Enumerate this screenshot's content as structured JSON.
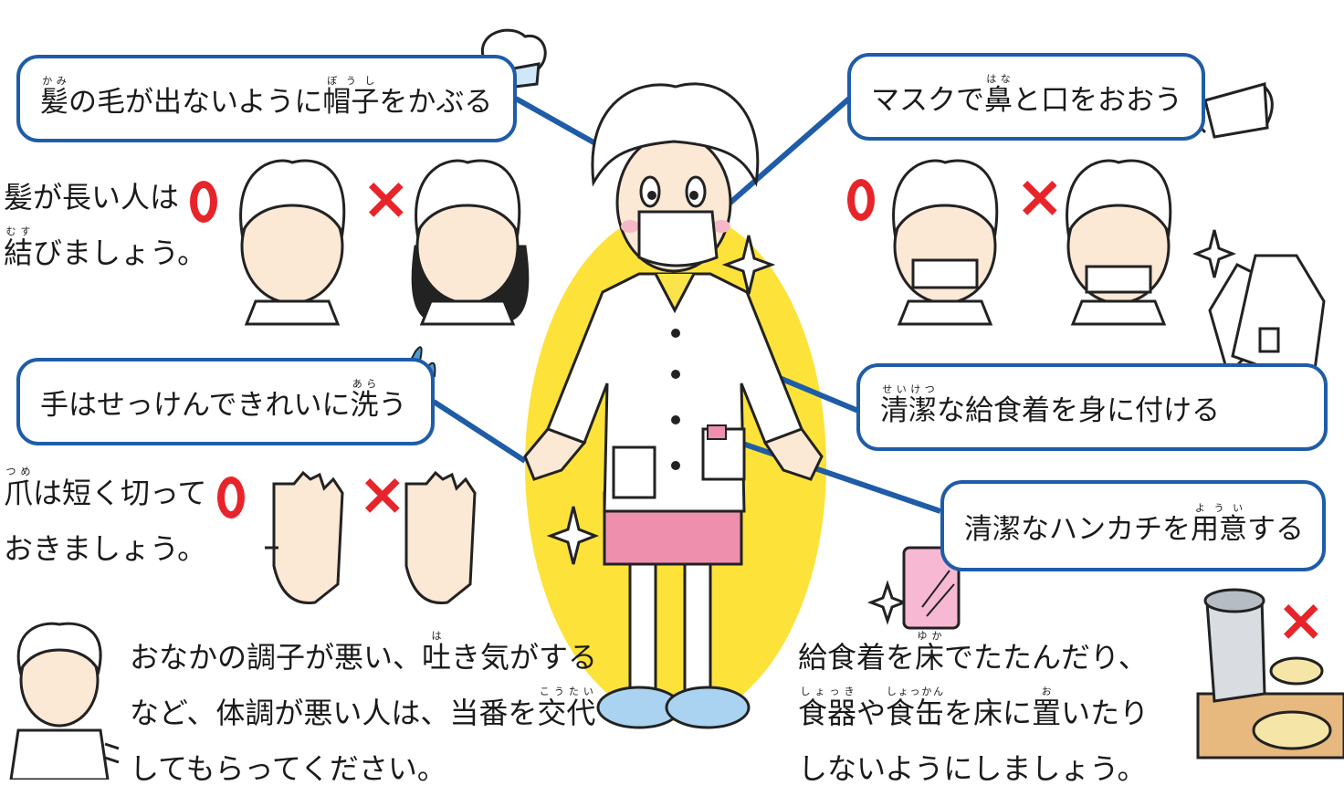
{
  "bubbles": {
    "cap": [
      {
        "t": "髪",
        "r": "かみ"
      },
      {
        "t": "の毛が出ないように"
      },
      {
        "t": "帽子",
        "r": "ぼうし"
      },
      {
        "t": "をかぶる"
      }
    ],
    "mask": [
      {
        "t": "マスクで"
      },
      {
        "t": "鼻",
        "r": "はな"
      },
      {
        "t": "と口をおおう"
      }
    ],
    "wash": [
      {
        "t": "手はせっけんできれいに"
      },
      {
        "t": "洗",
        "r": "あら"
      },
      {
        "t": "う"
      }
    ],
    "uniform": [
      {
        "t": "清潔",
        "r": "せいけつ"
      },
      {
        "t": "な給食着を身に付ける"
      }
    ],
    "handkerchief": [
      {
        "t": "清潔なハンカチを"
      },
      {
        "t": "用意",
        "r": "ようい"
      },
      {
        "t": "する"
      }
    ]
  },
  "notes": {
    "hair": [
      [
        {
          "t": "髪が長い人は"
        }
      ],
      [
        {
          "t": "結",
          "r": "むす"
        },
        {
          "t": "びましょう。"
        }
      ]
    ],
    "nails": [
      [
        {
          "t": "爪",
          "r": "つめ"
        },
        {
          "t": "は短く切って"
        }
      ],
      [
        {
          "t": "おきましょう。"
        }
      ]
    ],
    "health": [
      [
        {
          "t": "おなかの調子が悪い、"
        },
        {
          "t": "吐",
          "r": "は"
        },
        {
          "t": "き気がする"
        }
      ],
      [
        {
          "t": "など、体調が悪い人は、当番を"
        },
        {
          "t": "交代",
          "r": "こうたい"
        }
      ],
      [
        {
          "t": "してもらってください。"
        }
      ]
    ],
    "floor": [
      [
        {
          "t": "給食着を"
        },
        {
          "t": "床",
          "r": "ゆか"
        },
        {
          "t": "でたたんだり、"
        }
      ],
      [
        {
          "t": "食器",
          "r": "しょっき"
        },
        {
          "t": "や"
        },
        {
          "t": "食缶",
          "r": "しょっかん"
        },
        {
          "t": "を床に"
        },
        {
          "t": "置",
          "r": "お"
        },
        {
          "t": "いたり"
        }
      ],
      [
        {
          "t": "しないようにしましょう。"
        }
      ]
    ]
  },
  "marks": {
    "ok": "○",
    "ng": "×"
  },
  "colors": {
    "bubble_border": "#1f5ca8",
    "mark": "#e8242b",
    "oval": "#fde23a",
    "skirt": "#ef8fae",
    "shoe": "#a9d3f0"
  },
  "icons": [
    "chef-hat-icon",
    "mask-icon",
    "water-drop-icon",
    "sparkle-icon",
    "coat-icon",
    "handkerchief-icon",
    "bucket-icon",
    "bowl-icon"
  ]
}
